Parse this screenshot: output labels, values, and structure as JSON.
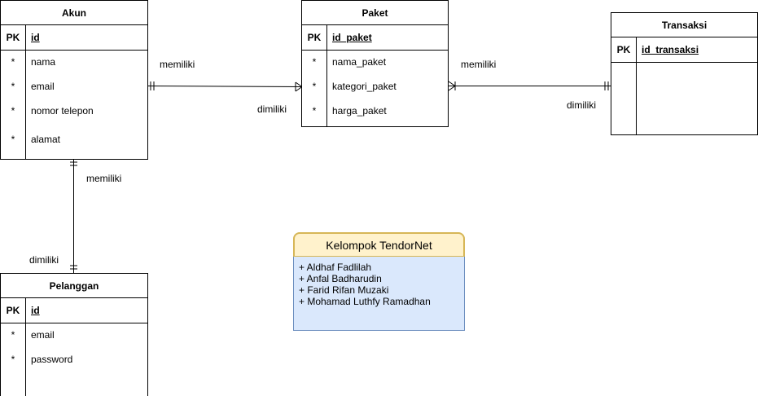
{
  "entities": {
    "akun": {
      "title": "Akun",
      "pk": {
        "key": "PK",
        "name": "id"
      },
      "attrs": [
        {
          "key": "*",
          "name": "nama"
        },
        {
          "key": "*",
          "name": "email"
        },
        {
          "key": "*",
          "name": "nomor telepon"
        },
        {
          "key": "*",
          "name": "alamat"
        }
      ]
    },
    "paket": {
      "title": "Paket",
      "pk": {
        "key": "PK",
        "name": "id_paket"
      },
      "attrs": [
        {
          "key": "*",
          "name": "nama_paket"
        },
        {
          "key": "*",
          "name": "kategori_paket"
        },
        {
          "key": "*",
          "name": "harga_paket"
        }
      ]
    },
    "transaksi": {
      "title": "Transaksi",
      "pk": {
        "key": "PK",
        "name": "id_transaksi"
      }
    },
    "pelanggan": {
      "title": "Pelanggan",
      "pk": {
        "key": "PK",
        "name": "id"
      },
      "attrs": [
        {
          "key": "*",
          "name": "email"
        },
        {
          "key": "*",
          "name": "password"
        }
      ]
    }
  },
  "relations": {
    "akun_paket": {
      "from_label": "memiliki",
      "to_label": "dimiliki"
    },
    "paket_transaksi": {
      "from_label": "memiliki",
      "to_label": "dimiliki"
    },
    "akun_pelanggan": {
      "from_label": "memiliki",
      "to_label": "dimiliki"
    }
  },
  "note": {
    "title": "Kelompok TendorNet",
    "members": [
      "+ Aldhaf Fadlilah",
      "+ Anfal Badharudin",
      "+ Farid Rifan Muzaki",
      "+ Mohamad Luthfy Ramadhan"
    ]
  },
  "colors": {
    "note_header_fill": "#fff2cc",
    "note_header_stroke": "#d6b656",
    "note_body_fill": "#dae8fc",
    "note_body_stroke": "#6c8ebf"
  }
}
